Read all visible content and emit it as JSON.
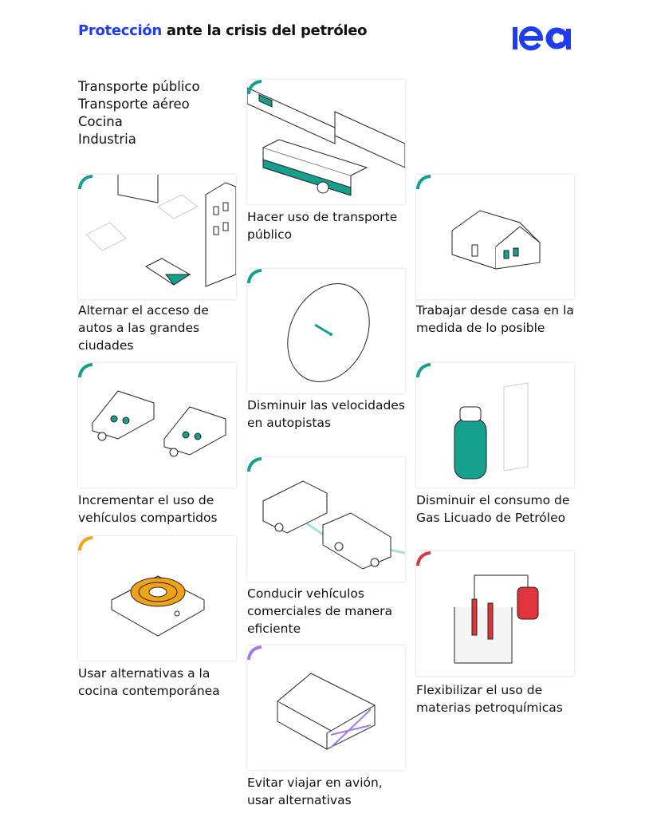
{
  "header": {
    "title_highlight": "Protección",
    "title_rest": " ante la crisis del petróleo",
    "logo_text": "iea",
    "brand_color": "#1f3cf0"
  },
  "legend": [
    "Transporte público",
    "Transporte aéreo",
    "Cocina",
    "Industria"
  ],
  "colors": {
    "transport": "#14a08c",
    "air": "#a47be6",
    "cooking": "#f0a31a",
    "industry": "#e0343c"
  },
  "cards": [
    {
      "label": "Hacer uso de transporte público",
      "icon": "train-bus-icon",
      "category": "transport"
    },
    {
      "label": "Alternar el acceso de autos a las grandes ciudades",
      "icon": "city-car-icon",
      "category": "transport"
    },
    {
      "label": "Trabajar desde casa en la medida de lo posible",
      "icon": "house-icon",
      "category": "transport"
    },
    {
      "label": "Disminuir las velocidades en autopistas",
      "icon": "speedometer-icon",
      "category": "transport"
    },
    {
      "label": "Incrementar el uso de vehículos compartidos",
      "icon": "shared-van-icon",
      "category": "transport"
    },
    {
      "label": "Disminuir el consumo de Gas Licuado de Petróleo",
      "icon": "gas-cylinder-icon",
      "category": "transport"
    },
    {
      "label": "Conducir vehículos comerciales de manera eficiente",
      "icon": "truck-icon",
      "category": "transport"
    },
    {
      "label": "Usar alternativas a la cocina contemporánea",
      "icon": "stove-icon",
      "category": "cooking"
    },
    {
      "label": "Flexibilizar el uso de materias petroquímicas",
      "icon": "petrochemical-icon",
      "category": "industry"
    },
    {
      "label": "Evitar viajar en avión, usar alternativas",
      "icon": "hangar-icon",
      "category": "air"
    }
  ]
}
